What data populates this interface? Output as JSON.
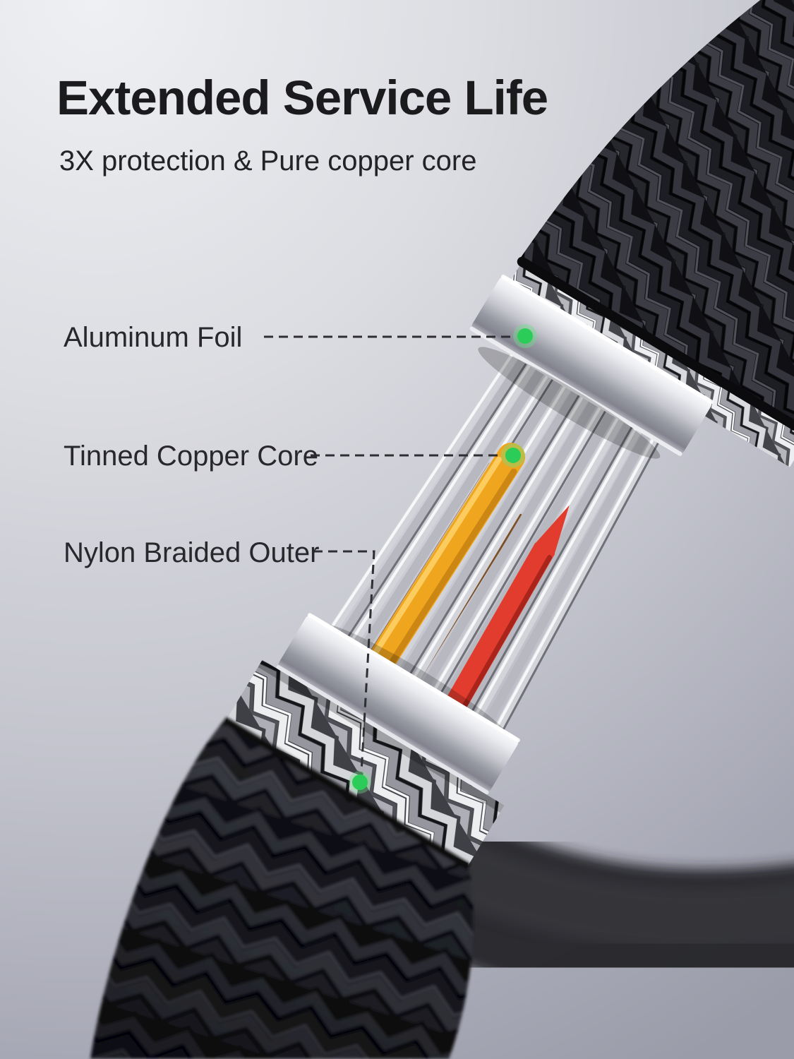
{
  "header": {
    "title": "Extended Service Life",
    "subtitle": "3X protection & Pure copper core"
  },
  "callouts": [
    {
      "label": "Aluminum Foil"
    },
    {
      "label": "Tinned Copper Core"
    },
    {
      "label": "Nylon Braided Outer"
    }
  ],
  "colors": {
    "marker_green": "#2bcd58",
    "marker_halo": "#6ee08a",
    "leader_line": "#2e2e33",
    "title_text": "#1b1b1e",
    "label_text": "#28282c",
    "yellow_wire": "#f0a51f",
    "red_wire": "#e23c2e",
    "background_top": "#eef0f3",
    "background_bottom": "#9b9ca9"
  }
}
